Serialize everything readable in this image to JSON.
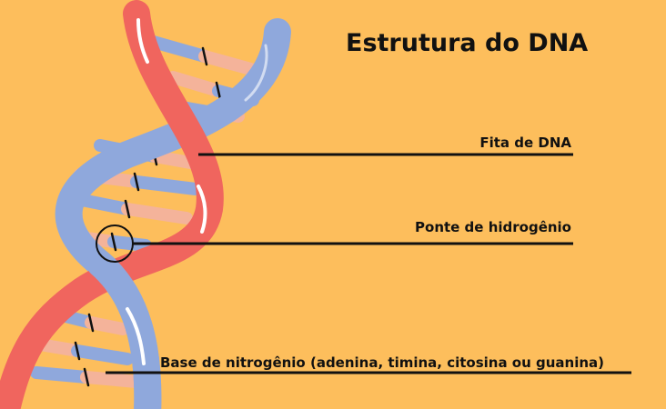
{
  "title": "Estrutura do DNA",
  "labels": {
    "strand": "Fita de DNA",
    "hydrogen_bond": "Ponte de hidrogênio",
    "base": "Base de nitrogênio (adenina, timina, citosina ou guanina)"
  },
  "colors": {
    "background": "#FDBE5C",
    "strand_red": "#F0655E",
    "strand_blue": "#8FA8DC",
    "base_pink": "#F4B39A",
    "base_blue": "#8FA8DC",
    "outline": "#111111"
  }
}
